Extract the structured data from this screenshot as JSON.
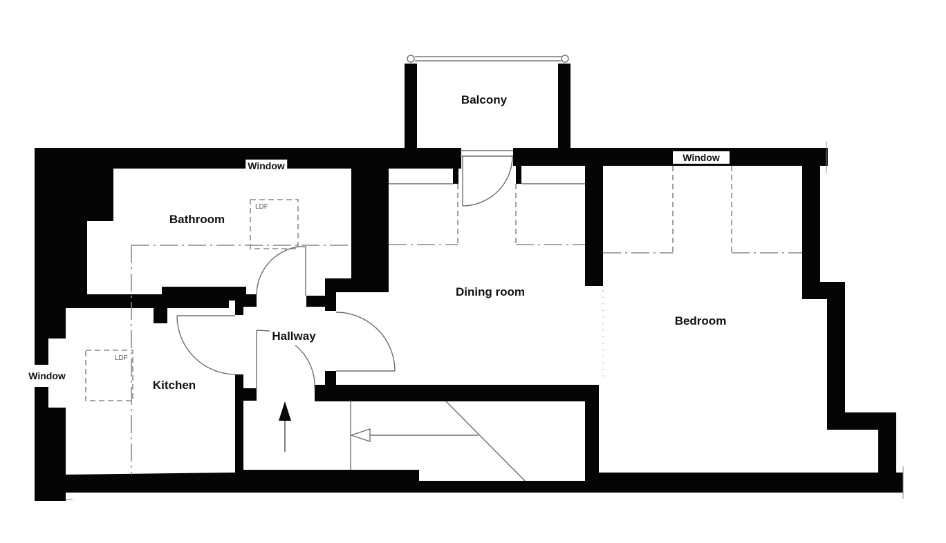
{
  "floor_plan": {
    "rooms": [
      {
        "id": "balcony",
        "label": "Balcony"
      },
      {
        "id": "bathroom",
        "label": "Bathroom"
      },
      {
        "id": "dining-room",
        "label": "Dining room"
      },
      {
        "id": "bedroom",
        "label": "Bedroom"
      },
      {
        "id": "hallway",
        "label": "Hallway"
      },
      {
        "id": "kitchen",
        "label": "Kitchen"
      }
    ],
    "windows": [
      {
        "id": "bathroom-window",
        "label": "Window"
      },
      {
        "id": "bedroom-window",
        "label": "Window"
      },
      {
        "id": "kitchen-window",
        "label": "Window"
      }
    ],
    "fixtures": [
      {
        "id": "bathroom-ldf",
        "label": "LDF"
      },
      {
        "id": "kitchen-ldf",
        "label": "LDF"
      }
    ],
    "colors": {
      "wall": "#050505",
      "background": "#ffffff",
      "line": "#6e6e6e"
    }
  }
}
